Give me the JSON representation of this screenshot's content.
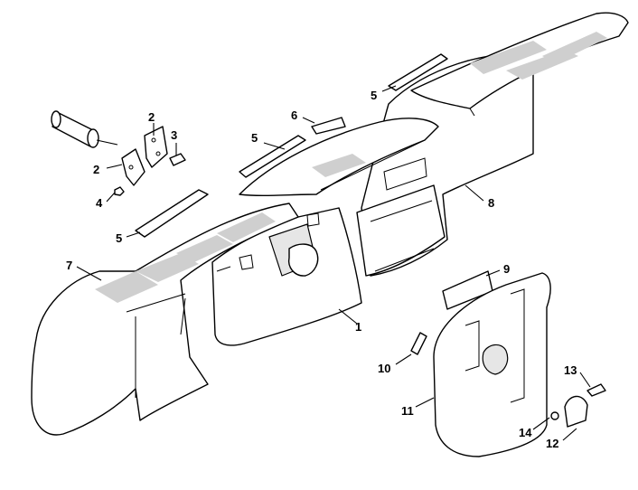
{
  "callouts": [
    {
      "id": "p1",
      "label": "1"
    },
    {
      "id": "p2a",
      "label": "2"
    },
    {
      "id": "p2b",
      "label": "2"
    },
    {
      "id": "p3",
      "label": "3"
    },
    {
      "id": "p4",
      "label": "4"
    },
    {
      "id": "p5a",
      "label": "5"
    },
    {
      "id": "p5b",
      "label": "5"
    },
    {
      "id": "p5c",
      "label": "5"
    },
    {
      "id": "p6",
      "label": "6"
    },
    {
      "id": "p7",
      "label": "7"
    },
    {
      "id": "p8",
      "label": "8"
    },
    {
      "id": "p9",
      "label": "9"
    },
    {
      "id": "p10",
      "label": "10"
    },
    {
      "id": "p11",
      "label": "11"
    },
    {
      "id": "p12",
      "label": "12"
    },
    {
      "id": "p13",
      "label": "13"
    },
    {
      "id": "p14",
      "label": "14"
    }
  ]
}
